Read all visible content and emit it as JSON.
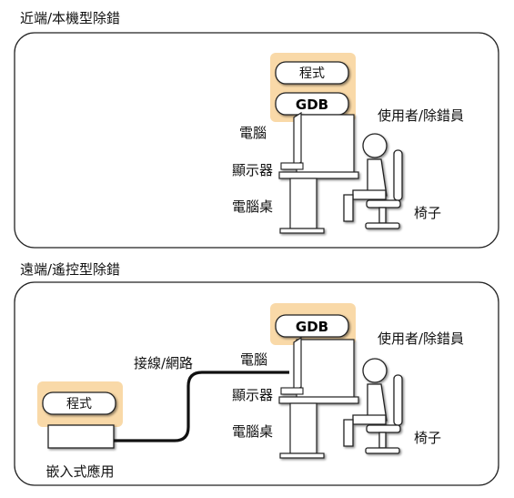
{
  "sections": {
    "local": {
      "title": "近端/本機型除錯",
      "program_label": "程式",
      "gdb_label": "GDB",
      "computer_label": "電腦",
      "monitor_label": "顯示器",
      "desk_label": "電腦桌",
      "user_label": "使用者/除錯員",
      "chair_label": "椅子"
    },
    "remote": {
      "title": "遠端/遙控型除錯",
      "gdb_label": "GDB",
      "computer_label": "電腦",
      "monitor_label": "顯示器",
      "desk_label": "電腦桌",
      "user_label": "使用者/除錯員",
      "chair_label": "椅子",
      "cable_label": "接線/網路",
      "embedded_program_label": "程式",
      "embedded_label": "嵌入式應用"
    }
  },
  "colors": {
    "highlight": "#f9d9a8",
    "outline": "#222222",
    "panel": "#ffffff"
  }
}
